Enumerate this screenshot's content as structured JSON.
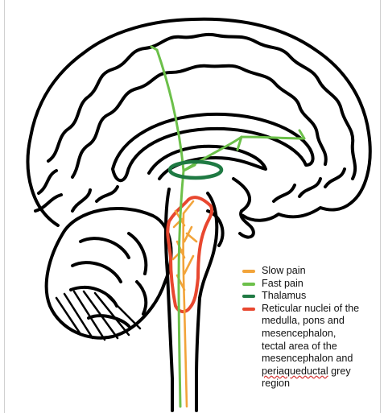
{
  "legend": {
    "items": [
      {
        "key": "slow",
        "label": "Slow pain",
        "color": "#f2a43a"
      },
      {
        "key": "fast",
        "label": "Fast pain",
        "color": "#6cc04a"
      },
      {
        "key": "thalamus",
        "label": "Thalamus",
        "color": "#1f7a43"
      },
      {
        "key": "reticular",
        "color": "#e8472f",
        "label_lines": [
          "Reticular nuclei of the",
          "medulla, pons and",
          "mesencephalon,",
          "tectal area of the",
          "mesencephalon and"
        ],
        "label_last_word": "periaqueductal",
        "label_last_rest": " grey",
        "label_final": "region"
      }
    ]
  },
  "colors": {
    "outline": "#000000",
    "slow_pain": "#f2a43a",
    "fast_pain": "#6cc04a",
    "thalamus": "#1f7a43",
    "reticular": "#e8472f"
  },
  "icons": [
    "brain-outline-drawing",
    "cerebellum-drawing",
    "brainstem-drawing"
  ]
}
